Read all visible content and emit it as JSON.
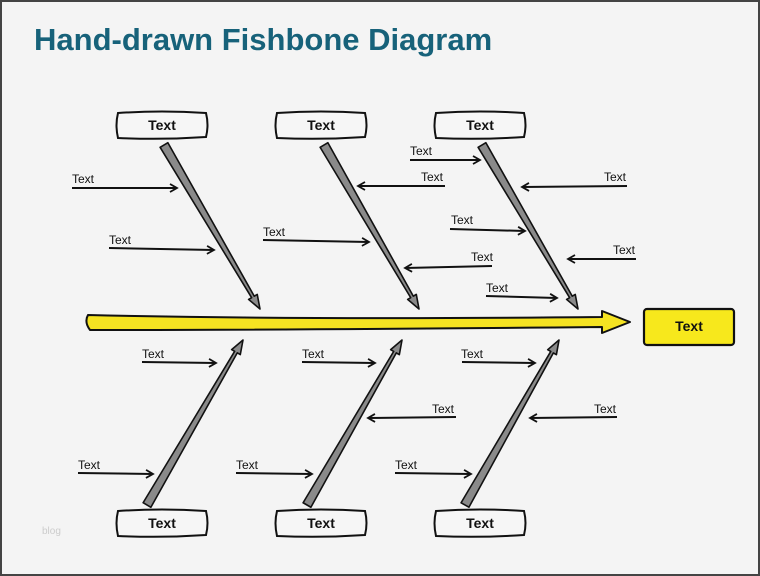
{
  "title": "Hand-drawn Fishbone Diagram",
  "watermark": "blog",
  "colors": {
    "title": "#17627a",
    "spine": "#f5e322",
    "bone": "#8a8a8a",
    "head_box": "#f7e81c"
  },
  "head": {
    "label": "Text"
  },
  "categories_top": [
    {
      "label": "Text",
      "causes": [
        "Text",
        "Text"
      ]
    },
    {
      "label": "Text",
      "causes": [
        "Text",
        "Text",
        "Text"
      ]
    },
    {
      "label": "Text",
      "causes": [
        "Text",
        "Text",
        "Text",
        "Text",
        "Text"
      ]
    }
  ],
  "categories_bottom": [
    {
      "label": "Text",
      "causes": [
        "Text",
        "Text"
      ]
    },
    {
      "label": "Text",
      "causes": [
        "Text",
        "Text",
        "Text"
      ]
    },
    {
      "label": "Text",
      "causes": [
        "Text",
        "Text",
        "Text"
      ]
    }
  ]
}
